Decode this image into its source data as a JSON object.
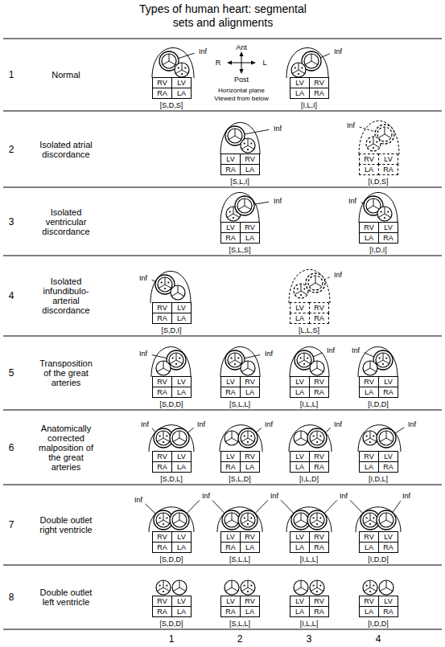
{
  "diagram": {
    "title": "Types of human heart: segmental sets and alignments",
    "nodes": [
      {
        "text": [
          "RV"
        ]
      },
      {
        "text": [
          "LV"
        ]
      },
      {
        "text": [
          "RA"
        ]
      },
      {
        "text": [
          "LA"
        ]
      },
      {
        "text": [
          "LV"
        ]
      },
      {
        "text": [
          "RV"
        ]
      },
      {
        "text": [
          "LA"
        ]
      },
      {
        "text": [
          "RA"
        ]
      },
      {
        "text": [
          "LV"
        ]
      },
      {
        "text": [
          "RV"
        ]
      },
      {
        "text": [
          "RA"
        ]
      },
      {
        "text": [
          "LA"
        ]
      },
      {
        "text": [
          "RV"
        ]
      },
      {
        "text": [
          "LV"
        ]
      },
      {
        "text": [
          "LA"
        ]
      },
      {
        "text": [
          "RA"
        ]
      },
      {
        "text": [
          "LV"
        ]
      },
      {
        "text": [
          "RV"
        ]
      },
      {
        "text": [
          "RA"
        ]
      },
      {
        "text": [
          "LA"
        ]
      },
      {
        "text": [
          "RV"
        ]
      },
      {
        "text": [
          "LV"
        ]
      },
      {
        "text": [
          "LA"
        ]
      },
      {
        "text": [
          "RA"
        ]
      },
      {
        "text": [
          "RV"
        ]
      },
      {
        "text": [
          "LV"
        ]
      },
      {
        "text": [
          "RA"
        ]
      },
      {
        "text": [
          "LA"
        ]
      },
      {
        "text": [
          "LV"
        ]
      },
      {
        "text": [
          "RV"
        ]
      },
      {
        "text": [
          "LA"
        ]
      },
      {
        "text": [
          "RA"
        ]
      },
      {
        "text": [
          "RV"
        ]
      },
      {
        "text": [
          "LV"
        ]
      },
      {
        "text": [
          "RA"
        ]
      },
      {
        "text": [
          "LA"
        ]
      },
      {
        "text": [
          "LV"
        ]
      },
      {
        "text": [
          "RV"
        ]
      },
      {
        "text": [
          "RA"
        ]
      },
      {
        "text": [
          "LA"
        ]
      },
      {
        "text": [
          "LV"
        ]
      },
      {
        "text": [
          "RV"
        ]
      },
      {
        "text": [
          "LA"
        ]
      },
      {
        "text": [
          "RA"
        ]
      },
      {
        "text": [
          "RV"
        ]
      },
      {
        "text": [
          "LV"
        ]
      },
      {
        "text": [
          "LA"
        ]
      },
      {
        "text": [
          "RA"
        ]
      },
      {
        "text": [
          "RV"
        ]
      },
      {
        "text": [
          "LV"
        ]
      },
      {
        "text": [
          "RA"
        ]
      },
      {
        "text": [
          "LA"
        ]
      },
      {
        "text": [
          "LV"
        ]
      },
      {
        "text": [
          "RV"
        ]
      },
      {
        "text": [
          "RA"
        ]
      },
      {
        "text": [
          "LA"
        ]
      },
      {
        "text": [
          "LV"
        ]
      },
      {
        "text": [
          "RV"
        ]
      },
      {
        "text": [
          "LA"
        ]
      },
      {
        "text": [
          "RA"
        ]
      },
      {
        "text": [
          "RV"
        ]
      },
      {
        "text": [
          "LV"
        ]
      },
      {
        "text": [
          "LA"
        ]
      },
      {
        "text": [
          "RA"
        ]
      },
      {
        "text": [
          "RV"
        ]
      },
      {
        "text": [
          "LV"
        ]
      },
      {
        "text": [
          "RA"
        ]
      },
      {
        "text": [
          "LA"
        ]
      },
      {
        "text": [
          "LV"
        ]
      },
      {
        "text": [
          "RV"
        ]
      },
      {
        "text": [
          "RA"
        ]
      },
      {
        "text": [
          "LA"
        ]
      },
      {
        "text": [
          "LV"
        ]
      },
      {
        "text": [
          "RV"
        ]
      },
      {
        "text": [
          "LA"
        ]
      },
      {
        "text": [
          "RA"
        ]
      },
      {
        "text": [
          "RV"
        ]
      },
      {
        "text": [
          "LV"
        ]
      },
      {
        "text": [
          "LA"
        ]
      },
      {
        "text": [
          "RA"
        ]
      },
      {
        "text": [
          "RV"
        ]
      },
      {
        "text": [
          "LV"
        ]
      },
      {
        "text": [
          "RA"
        ]
      },
      {
        "text": [
          "LA"
        ]
      },
      {
        "text": [
          "LV"
        ]
      },
      {
        "text": [
          "RV"
        ]
      },
      {
        "text": [
          "RA"
        ]
      },
      {
        "text": [
          "LA"
        ]
      },
      {
        "text": [
          "LV"
        ]
      },
      {
        "text": [
          "RV"
        ]
      },
      {
        "text": [
          "LA"
        ]
      },
      {
        "text": [
          "RA"
        ]
      },
      {
        "text": [
          "RV"
        ]
      },
      {
        "text": [
          "LV"
        ]
      },
      {
        "text": [
          "LA"
        ]
      },
      {
        "text": [
          "RA"
        ]
      }
    ],
    "labels": [
      "Ant",
      "R",
      "L",
      "Post",
      "Horizontal plane Viewed from below",
      "1",
      "Normal",
      "Inf",
      "Inf",
      "[S,D,S]",
      "[I,L,I]",
      "2",
      "Isolated atrial discordance",
      "Inf",
      "Inf",
      "[S,L,I]",
      "[I,D,S]",
      "3",
      "Isolated ventricular discordance",
      "Inf",
      "Inf",
      "[S,L,S]",
      "[I,D,I]",
      "4",
      "Isolated infundibulo-arterial discordance",
      "Inf",
      "Inf",
      "[S,D,I]",
      "[L,L,S]",
      "5",
      "Transposition of the great arteries",
      "Inf",
      "Inf",
      "Inf",
      "Inf",
      "[S,D,D]",
      "[S,L,L]",
      "[I,L,L]",
      "[I,D,D]",
      "6",
      "Anatomically corrected malposition of the great arteries",
      "Inf",
      "Inf",
      "Inf",
      "Inf",
      "Inf",
      "[S,D,L]",
      "[S,L,D]",
      "[I,L,D]",
      "[I,D,L]",
      "7",
      "Double outlet right ventricle",
      "Inf",
      "Inf",
      "Inf",
      "Inf",
      "Inf",
      "[S,D,D]",
      "[S,L,L]",
      "[I,L,L]",
      "[I,D,D]",
      "8",
      "Double outlet left ventricle",
      "[S,D,D]",
      "[S,L,L]",
      "[I,L,L]",
      "[I,D,D]",
      "1",
      "2",
      "3",
      "4"
    ]
  }
}
